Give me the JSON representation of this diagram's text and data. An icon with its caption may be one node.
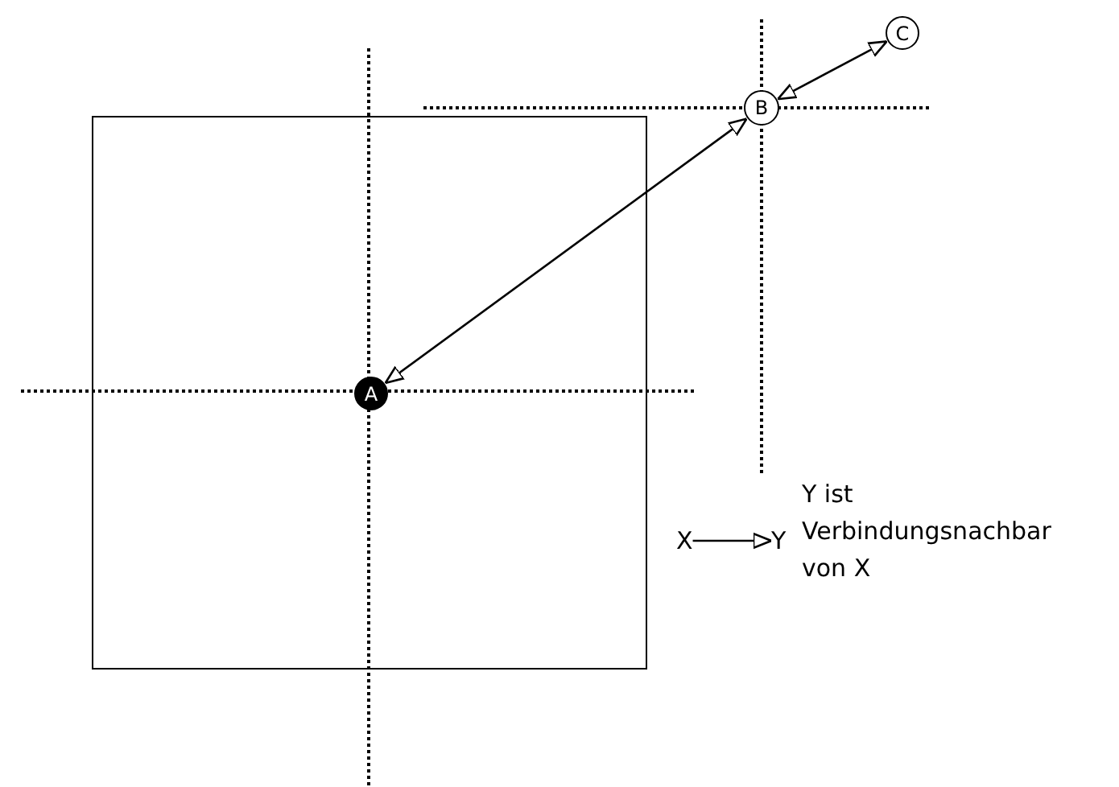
{
  "diagram": {
    "nodes": [
      {
        "text": [],
        "shape": "box"
      },
      {
        "text": [
          "A"
        ],
        "in": 0
      },
      {
        "text": [
          "B"
        ]
      },
      {
        "text": [
          "C"
        ]
      },
      {
        "text": [
          "X"
        ]
      },
      {
        "text": [
          "Y"
        ]
      }
    ],
    "edges": [
      {
        "from": 1,
        "to": 2,
        "arrow": "both"
      },
      {
        "from": 2,
        "to": 3,
        "arrow": "both"
      },
      {
        "from": 4,
        "to": 5,
        "arrow": "to"
      }
    ],
    "labels": [
      "Y ist Verbindungsnachbar von X"
    ]
  }
}
